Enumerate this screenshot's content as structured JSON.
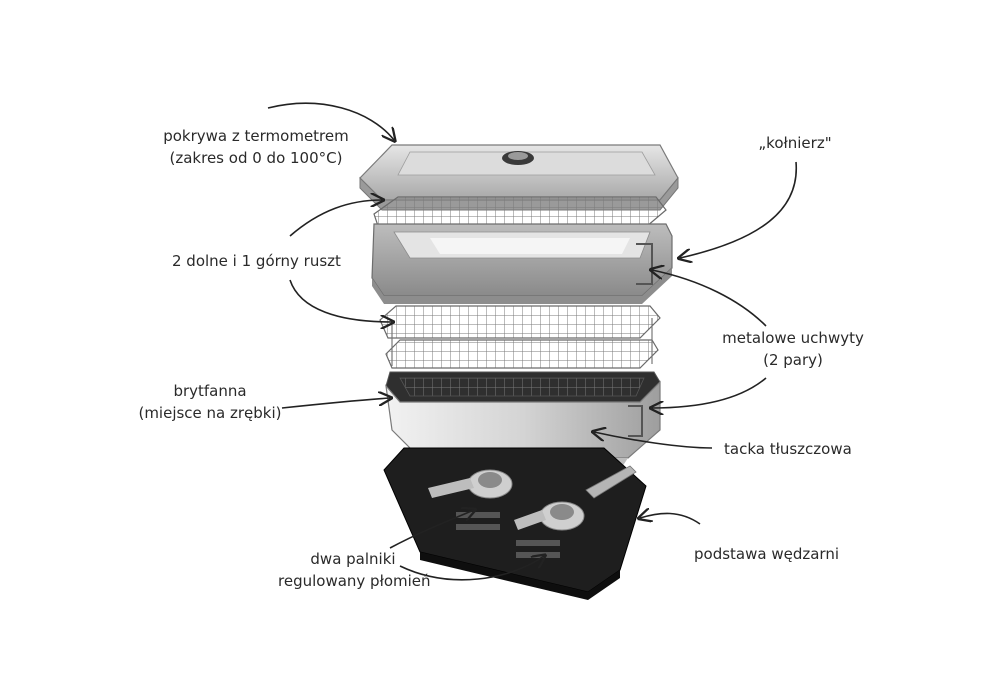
{
  "labels": {
    "lid": {
      "line1": "pokrywa z termometrem",
      "line2": "(zakres od 0 do 100°C)"
    },
    "collar": {
      "line1": "„kołnierz\""
    },
    "racks": {
      "line1": "2 dolne i 1 górny ruszt"
    },
    "handles": {
      "line1": "metalowe uchwyty",
      "line2": "(2 pary)"
    },
    "pan": {
      "line1": "brytfanna",
      "line2": "(miejsce na zrębki)"
    },
    "drip_tray": {
      "line1": "tacka tłuszczowa"
    },
    "burners": {
      "line1": "dwa palniki",
      "line2": "regulowany płomień"
    },
    "base": {
      "line1": "podstawa wędzarni"
    }
  },
  "colors": {
    "text": "#2a2a2a",
    "steel_light": "#d9d9d9",
    "steel_mid": "#a9a9a9",
    "steel_dark": "#6e6e6e",
    "base_black": "#1e1e1e",
    "arrow": "#222222"
  }
}
